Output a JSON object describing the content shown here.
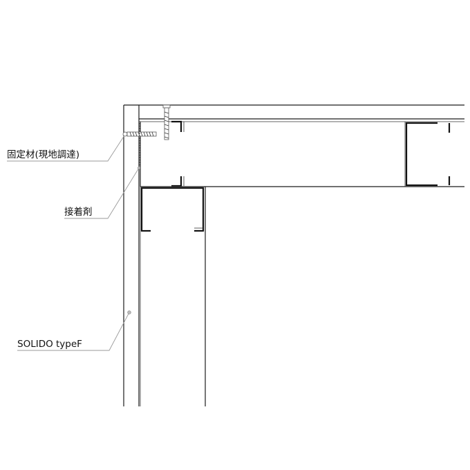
{
  "labels": {
    "fixing_material": "固定材(現地調達)",
    "adhesive": "接着剤",
    "panel": "SOLIDO typeF"
  }
}
